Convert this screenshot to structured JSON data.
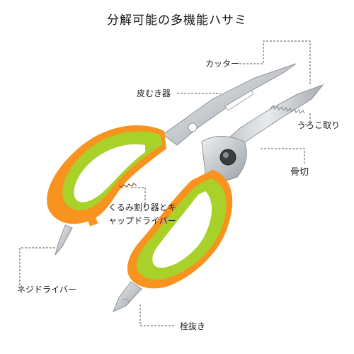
{
  "title": "分解可能の多機能ハサミ",
  "labels": {
    "cutter": "カッター",
    "peeler": "皮むき器",
    "scaler": "うろこ取り",
    "bone_cutter": "骨切",
    "nutcracker_line1": "くるみ割り器とキ",
    "nutcracker_line2": "ャップドライバー",
    "screwdriver": "ネジドライバー",
    "bottle_opener": "栓抜き"
  },
  "colors": {
    "orange": "#f7931e",
    "green": "#a8d22a",
    "steel": "#c9cdd1",
    "steel_dark": "#8e9398",
    "callout": "#555555"
  }
}
